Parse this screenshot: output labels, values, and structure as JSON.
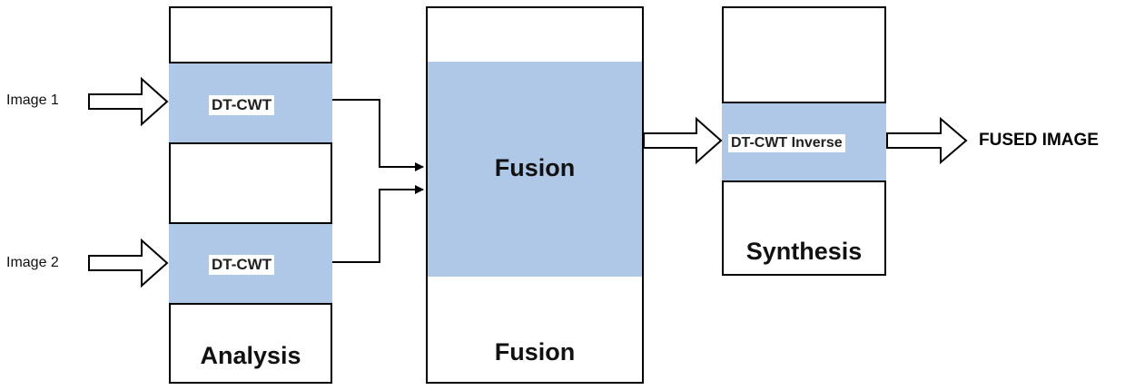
{
  "inputs": {
    "image1": "Image 1",
    "image2": "Image 2"
  },
  "analysis": {
    "title": "Analysis",
    "block1": "DT-CWT",
    "block2": "DT-CWT"
  },
  "fusion": {
    "block": "Fusion",
    "title": "Fusion"
  },
  "synthesis": {
    "block": "DT-CWT Inverse",
    "title": "Synthesis"
  },
  "output": {
    "label": "FUSED IMAGE"
  },
  "colors": {
    "block_fill": "#b0c8e8",
    "stroke": "#000000"
  }
}
